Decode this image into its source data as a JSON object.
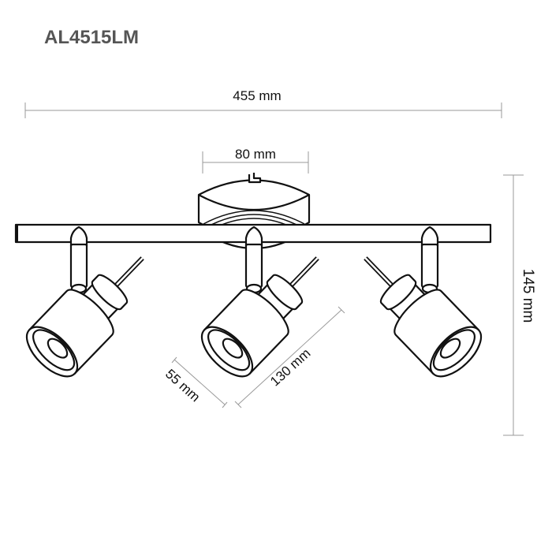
{
  "model": "AL4515LM",
  "dimensions": {
    "total_width": "455 mm",
    "base_diameter": "80 mm",
    "height": "145 mm",
    "spot_diameter": "55 mm",
    "spot_length": "130 mm"
  }
}
